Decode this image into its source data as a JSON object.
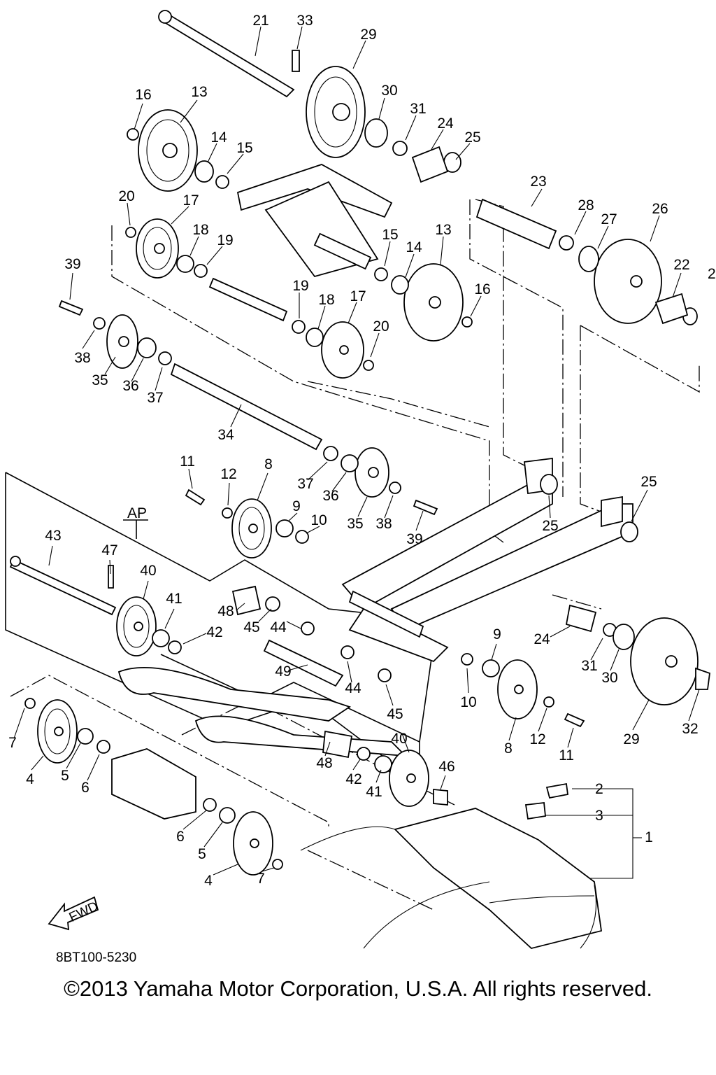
{
  "diagram": {
    "reference_code": "8BT100-5230",
    "group_label": "AP",
    "direction_label": "FWD",
    "labels": [
      "1",
      "2",
      "3",
      "4",
      "5",
      "6",
      "7",
      "8",
      "9",
      "10",
      "11",
      "12",
      "13",
      "14",
      "15",
      "16",
      "17",
      "18",
      "19",
      "20",
      "21",
      "22",
      "23",
      "24",
      "25",
      "26",
      "27",
      "28",
      "29",
      "30",
      "31",
      "32",
      "33",
      "34",
      "35",
      "36",
      "37",
      "38",
      "39",
      "40",
      "41",
      "42",
      "43",
      "44",
      "45",
      "46",
      "47",
      "48",
      "49"
    ]
  },
  "footer": {
    "copyright": "©2013 Yamaha Motor Corporation, U.S.A. All rights reserved."
  }
}
